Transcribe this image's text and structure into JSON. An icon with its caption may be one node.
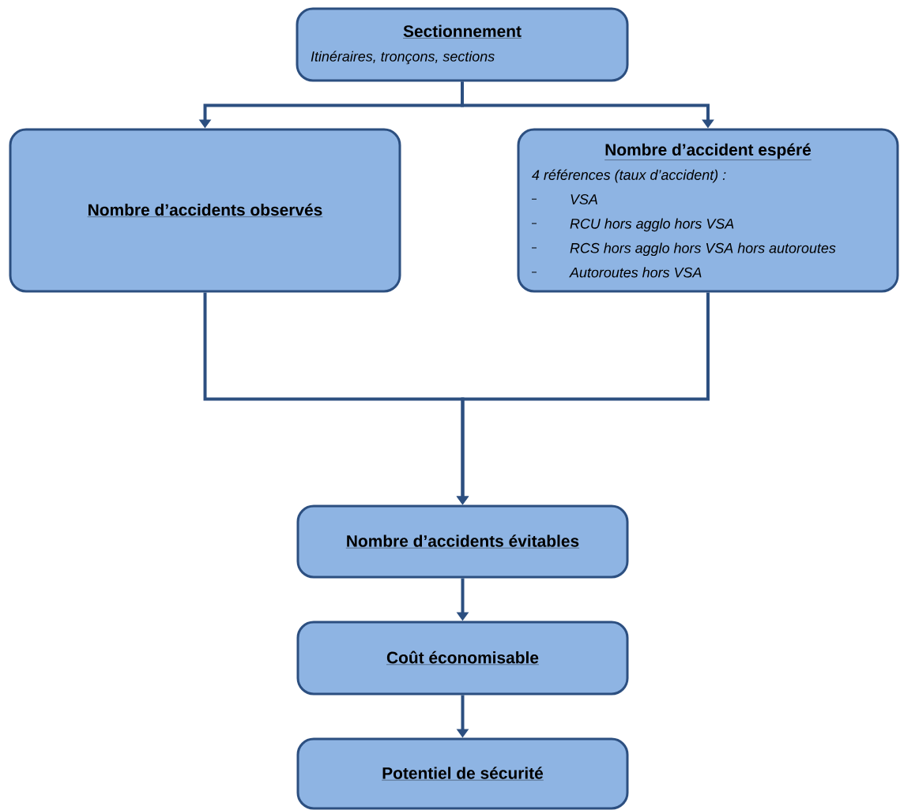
{
  "diagram": {
    "nodes": [
      {
        "text": [
          "Sectionnement",
          "Itinéraires, tronçons, sections"
        ]
      },
      {
        "text": [
          "Nombre d’accidents observés"
        ]
      },
      {
        "text": [
          "Nombre d’accident espéré",
          "4 références (taux d’accident) :",
          "VSA",
          "RCU hors agglo hors VSA",
          "RCS hors agglo hors VSA hors autoroutes",
          "Autoroutes hors VSA"
        ]
      },
      {
        "text": [
          "Nombre d’accidents évitables"
        ]
      },
      {
        "text": [
          "Coût économisable"
        ]
      },
      {
        "text": [
          "Potentiel de sécurité"
        ]
      }
    ],
    "edges": [
      {
        "from": 0,
        "to": 1,
        "arrow": "to"
      },
      {
        "from": 0,
        "to": 2,
        "arrow": "to"
      },
      {
        "from": 1,
        "to": 3,
        "arrow": "to"
      },
      {
        "from": 2,
        "to": 3,
        "arrow": "to"
      },
      {
        "from": 3,
        "to": 4,
        "arrow": "to"
      },
      {
        "from": 4,
        "to": 5,
        "arrow": "to"
      }
    ]
  }
}
